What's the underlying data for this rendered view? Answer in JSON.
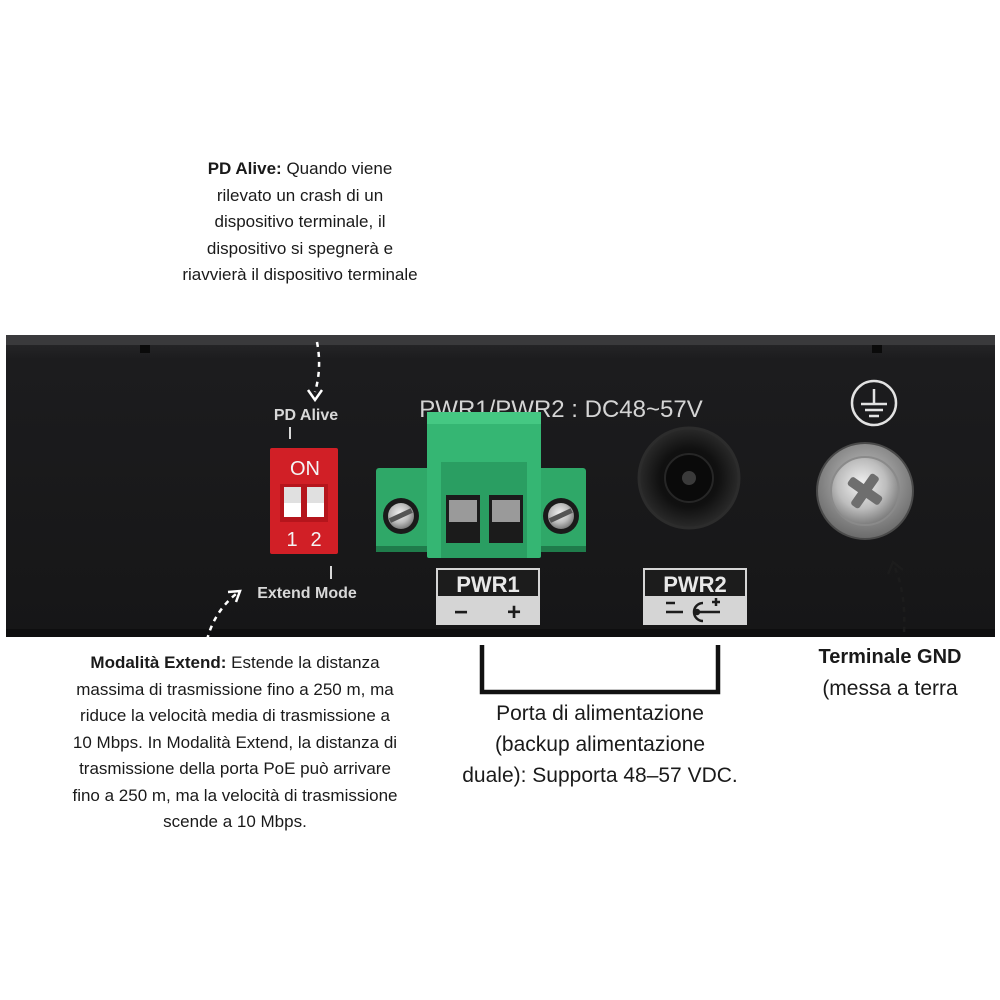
{
  "annotations": {
    "pd_alive": {
      "title": "PD Alive:",
      "text": "Quando viene rilevato un crash di un dispositivo terminale, il dispositivo si spegnerà e riavvierà il dispositivo terminale"
    },
    "extend_mode": {
      "title": "Modalità Extend:",
      "text": "Estende la distanza massima di trasmissione fino a 250 m, ma riduce la velocità media di trasmissione a 10 Mbps. In Modalità Extend, la distanza di trasmissione della porta PoE può arrivare fino a 250 m, ma la velocità di trasmissione scende a 10 Mbps."
    },
    "power_port": {
      "text": "Porta di alimentazione (backup alimentazione duale): Supporta 48–57 VDC."
    },
    "gnd": {
      "title": "Terminale GND",
      "text": "(messa a terra"
    }
  },
  "panel": {
    "pd_alive_label": "PD Alive",
    "extend_mode_label": "Extend Mode",
    "dip_on": "ON",
    "dip_1": "1",
    "dip_2": "2",
    "power_header": "PWR1/PWR2 : DC48~57V",
    "pwr1": "PWR1",
    "pwr2": "PWR2",
    "minus": "−",
    "plus": "+"
  },
  "colors": {
    "chassis": "#1b1b1d",
    "dip_switch": "#d11f26",
    "terminal_block": "#2fa868",
    "label_plate": "#d5d5d5"
  }
}
